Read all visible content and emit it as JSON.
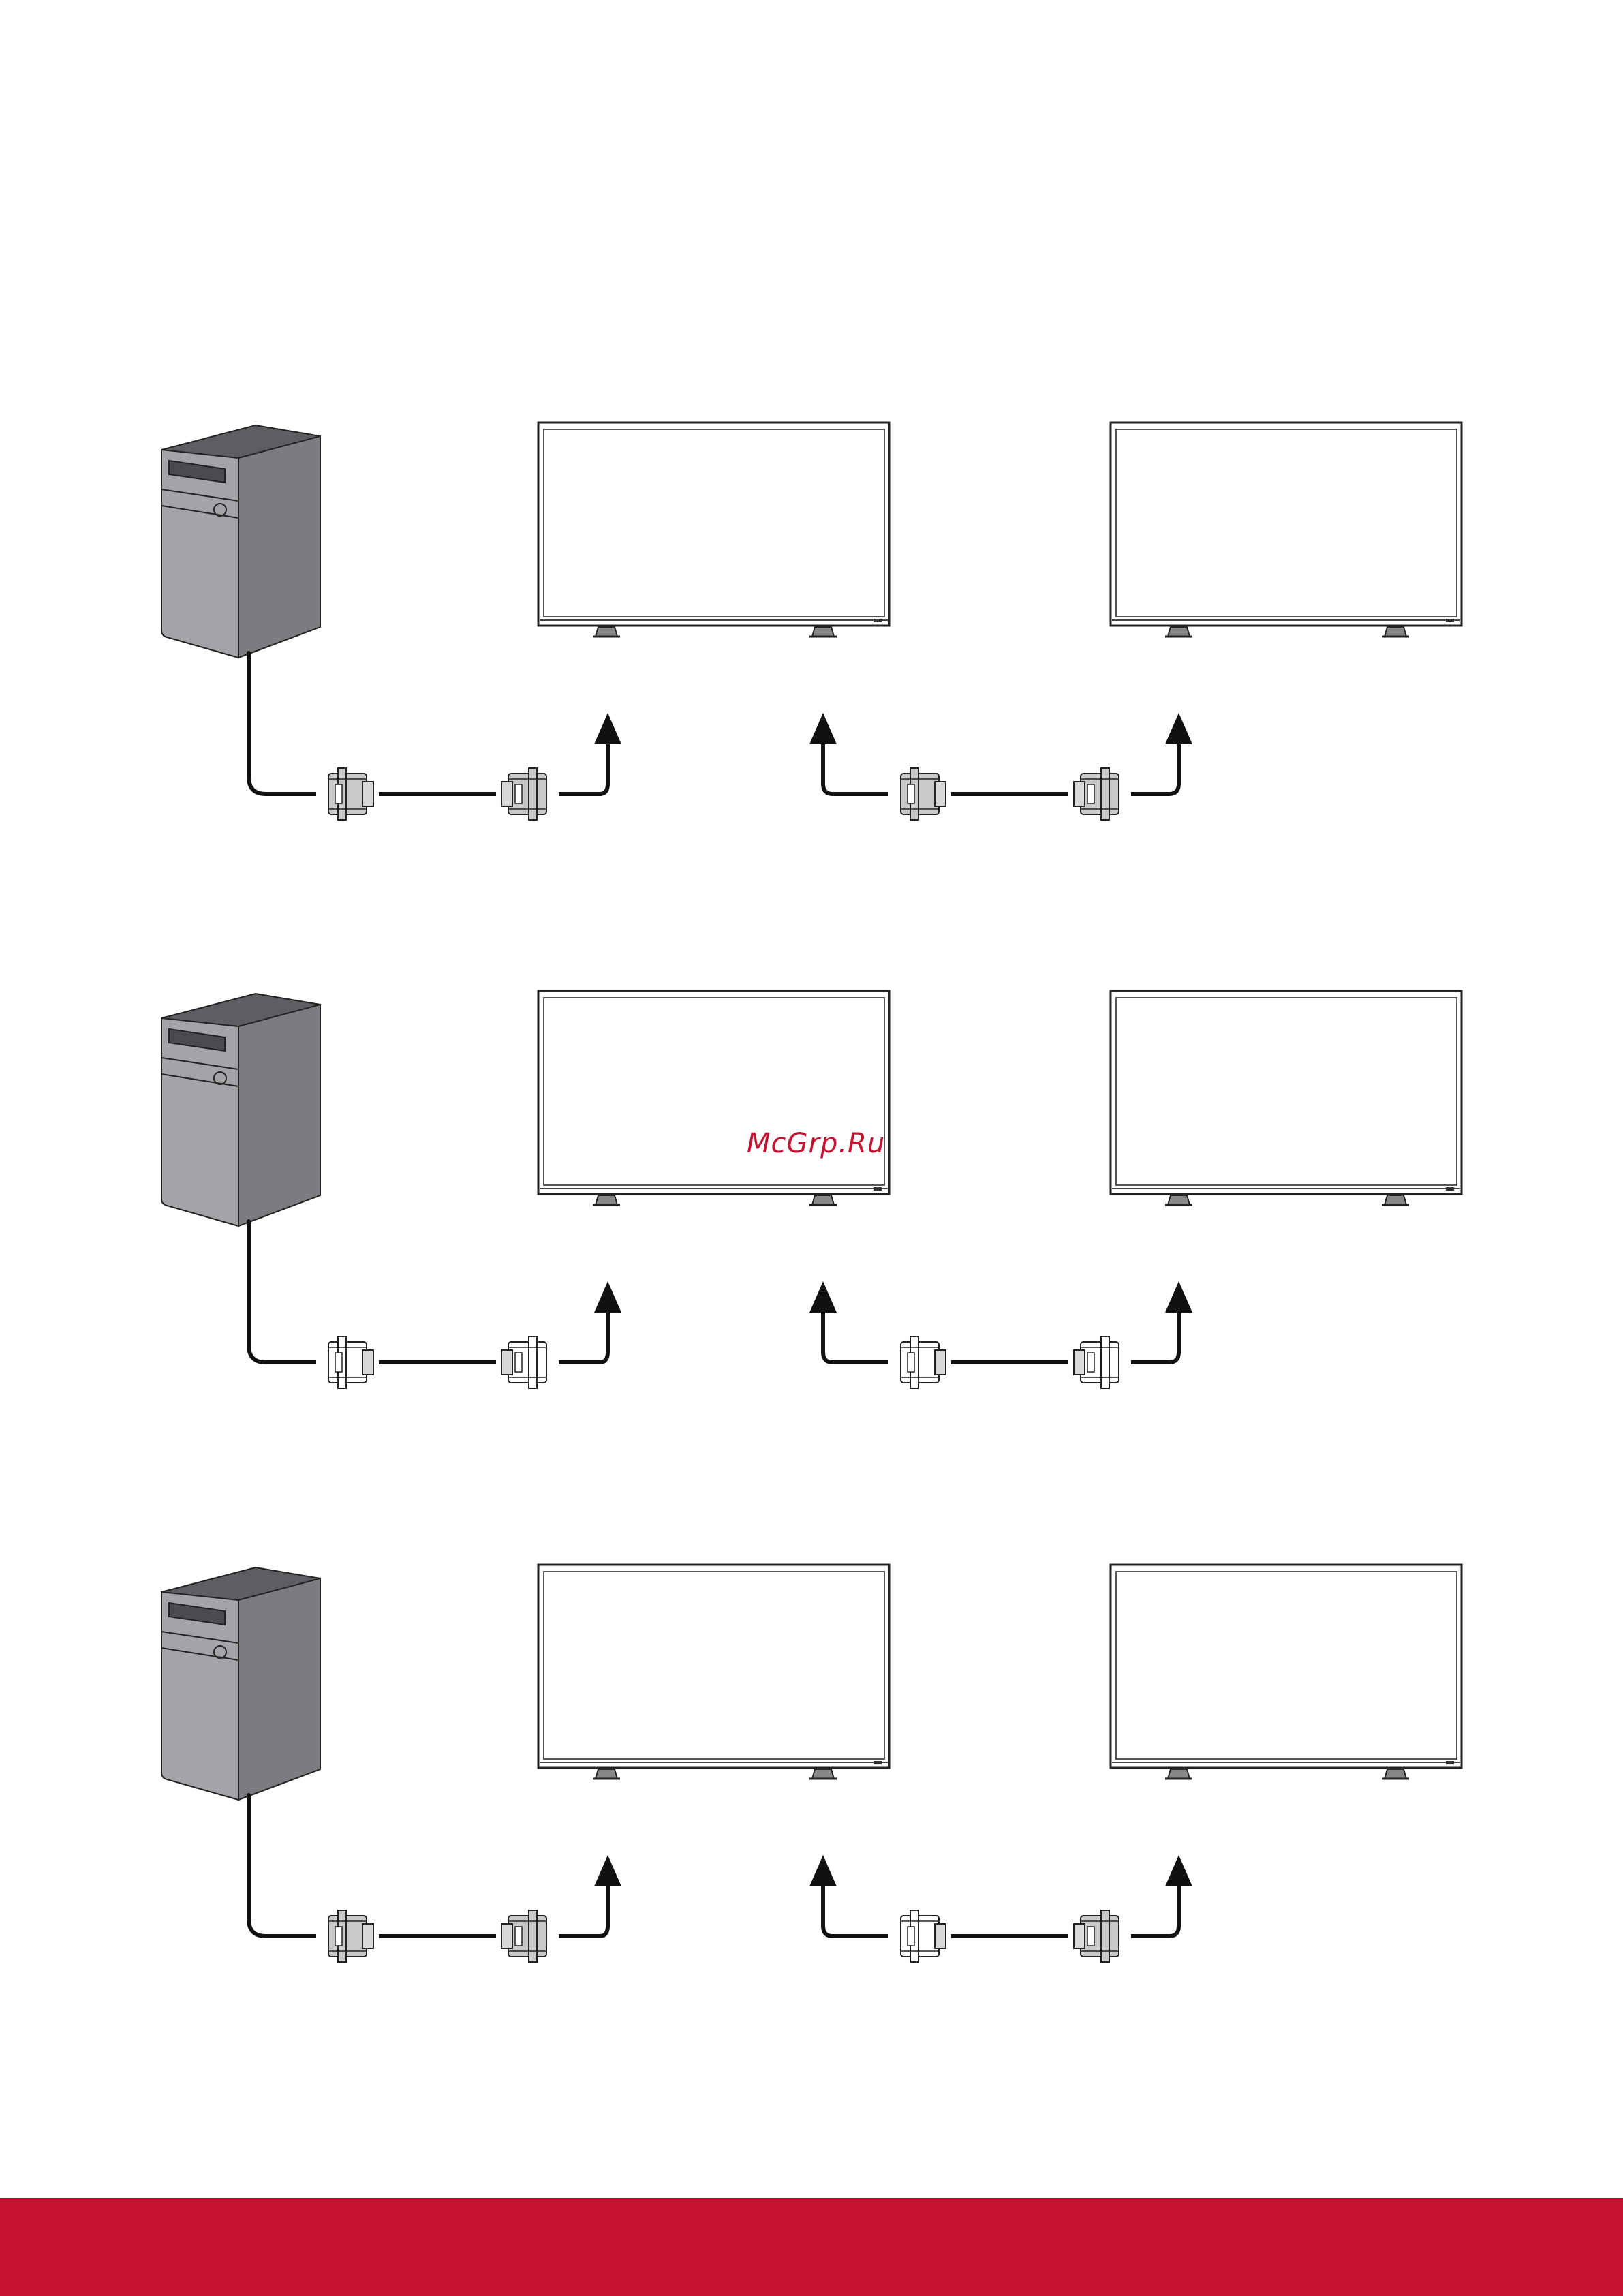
{
  "colors": {
    "accent": "#c41230",
    "watermark": "#c41230",
    "tower_front": "#a3a4a8",
    "tower_side": "#7b7c80",
    "tower_top": "#5d5e62",
    "connector_solid": "#c9c9c9",
    "connector_outline": "#ffffff",
    "line": "#111111"
  },
  "watermark": {
    "text": "McGrp.Ru"
  },
  "rows": [
    {
      "computer": "computer-tower-icon",
      "connectors": [
        "solid",
        "solid",
        "solid",
        "solid"
      ]
    },
    {
      "computer": "computer-tower-icon",
      "connectors": [
        "outline",
        "outline",
        "outline",
        "outline"
      ]
    },
    {
      "computer": "computer-tower-icon",
      "connectors": [
        "solid",
        "solid",
        "outline",
        "solid"
      ]
    }
  ],
  "footer": {
    "color": "#c41230"
  }
}
